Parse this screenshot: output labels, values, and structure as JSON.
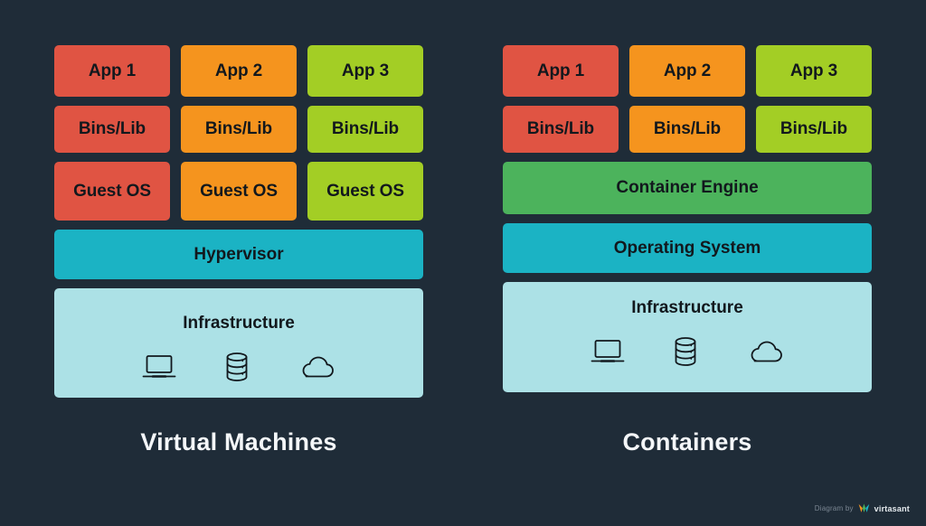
{
  "background_color": "#1f2c38",
  "palette": {
    "red": "#e05443",
    "orange": "#f5941e",
    "lime": "#a3ce25",
    "teal": "#1bb3c4",
    "green": "#4cb35c",
    "light_blue": "#ace1e6",
    "text_dark": "#12181d",
    "text_light": "#f4f7f9"
  },
  "left_panel": {
    "caption": "Virtual Machines",
    "app_row": [
      {
        "label": "App 1",
        "color": "#e05443"
      },
      {
        "label": "App 2",
        "color": "#f5941e"
      },
      {
        "label": "App 3",
        "color": "#a3ce25"
      }
    ],
    "bins_row": [
      {
        "label": "Bins/Lib",
        "color": "#e05443"
      },
      {
        "label": "Bins/Lib",
        "color": "#f5941e"
      },
      {
        "label": "Bins/Lib",
        "color": "#a3ce25"
      }
    ],
    "guest_row": [
      {
        "label": "Guest OS",
        "color": "#e05443"
      },
      {
        "label": "Guest OS",
        "color": "#f5941e"
      },
      {
        "label": "Guest OS",
        "color": "#a3ce25"
      }
    ],
    "hypervisor": {
      "label": "Hypervisor",
      "color": "#1bb3c4"
    },
    "infrastructure": {
      "label": "Infrastructure",
      "color": "#ace1e6",
      "icons": [
        "laptop-icon",
        "database-icon",
        "cloud-icon"
      ]
    }
  },
  "right_panel": {
    "caption": "Containers",
    "app_row": [
      {
        "label": "App 1",
        "color": "#e05443"
      },
      {
        "label": "App 2",
        "color": "#f5941e"
      },
      {
        "label": "App 3",
        "color": "#a3ce25"
      }
    ],
    "bins_row": [
      {
        "label": "Bins/Lib",
        "color": "#e05443"
      },
      {
        "label": "Bins/Lib",
        "color": "#f5941e"
      },
      {
        "label": "Bins/Lib",
        "color": "#a3ce25"
      }
    ],
    "container_engine": {
      "label": "Container Engine",
      "color": "#4cb35c"
    },
    "operating_system": {
      "label": "Operating System",
      "color": "#1bb3c4"
    },
    "infrastructure": {
      "label": "Infrastructure",
      "color": "#ace1e6",
      "icons": [
        "laptop-icon",
        "database-icon",
        "cloud-icon"
      ]
    }
  },
  "watermark": {
    "prefix": "Diagram by",
    "brand": "virtasant"
  }
}
